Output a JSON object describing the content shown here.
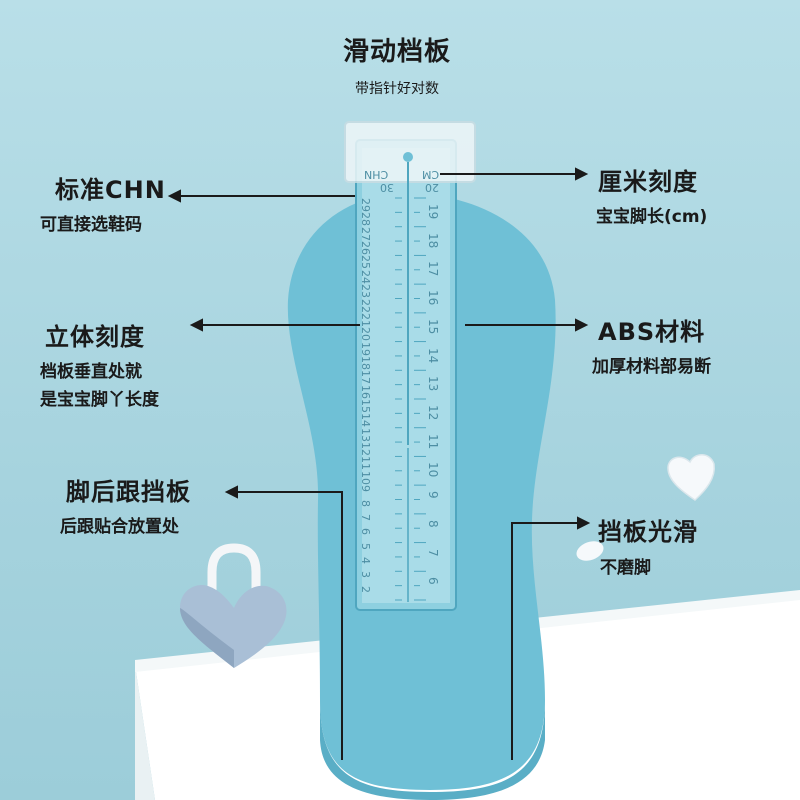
{
  "header": {
    "title": "滑动档板",
    "subtitle": "带指针好对数"
  },
  "callouts": {
    "chn": {
      "title": "标准CHN",
      "desc": "可直接选鞋码"
    },
    "cm": {
      "title": "厘米刻度",
      "desc": "宝宝脚长(cm)"
    },
    "scale3d": {
      "title": "立体刻度",
      "desc1": "档板垂直处就",
      "desc2": "是宝宝脚丫长度"
    },
    "abs": {
      "title": "ABS材料",
      "desc": "加厚材料部易断"
    },
    "heel": {
      "title": "脚后跟挡板",
      "desc": "后跟贴合放置处"
    },
    "smooth": {
      "title": "挡板光滑",
      "desc": "不磨脚"
    }
  },
  "ruler": {
    "chn_label": "CHN",
    "cm_label": "CM",
    "chn_top": "30",
    "cm_top": "20",
    "chn_scale": [
      "29",
      "28",
      "27",
      "26",
      "25",
      "24",
      "23",
      "22",
      "21",
      "20",
      "19",
      "18",
      "17",
      "16",
      "15",
      "14",
      "13",
      "12",
      "11",
      "10",
      "9",
      "8",
      "7",
      "6",
      "5",
      "4",
      "3",
      "2"
    ],
    "cm_scale": [
      "19",
      "18",
      "17",
      "16",
      "15",
      "14",
      "13",
      "12",
      "11",
      "10",
      "9",
      "8",
      "7",
      "6"
    ]
  },
  "colors": {
    "accent": "#6fc0d6",
    "line": "#1a1a1a",
    "background": "#b0d9e3"
  }
}
